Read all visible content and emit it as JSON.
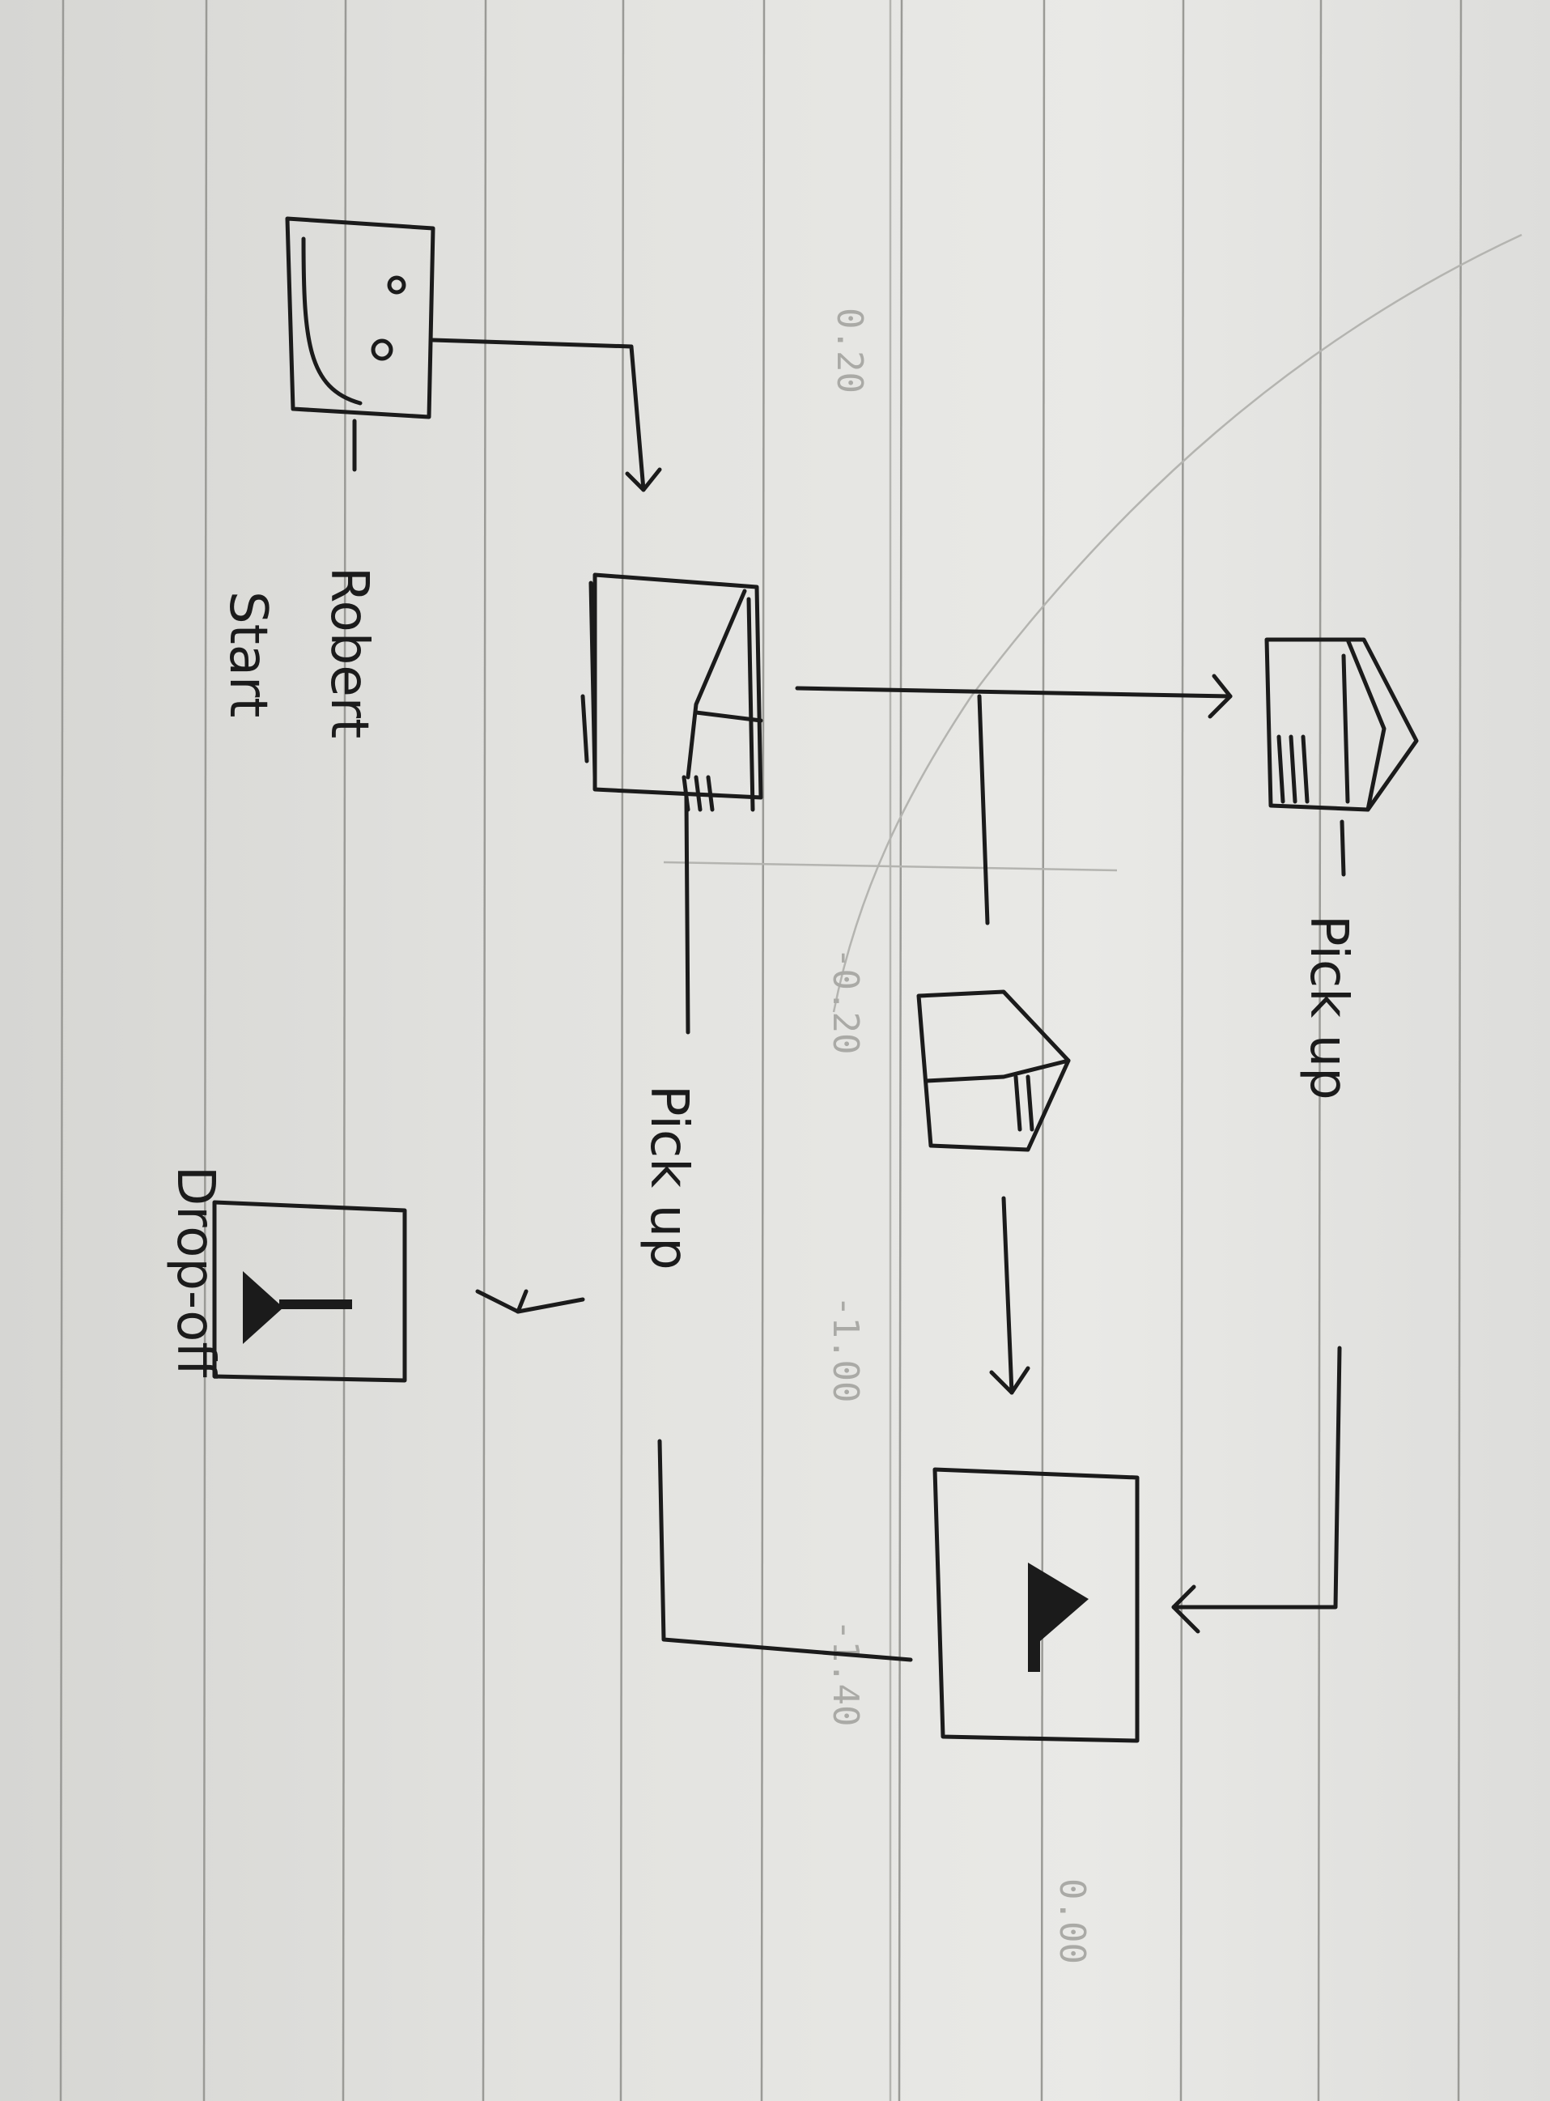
{
  "labels": {
    "robot": "Robert",
    "start": "Start",
    "pickup_top": "Pick up",
    "pickup_mid": "Pick up",
    "dropoff": "Drop-off"
  },
  "background_ghost_text": [
    "0.20",
    "-0.20",
    "-1.00",
    "0.00",
    "-1.40"
  ],
  "colors": {
    "ink": "#1b1b1b",
    "paper": "#e4e4e1",
    "rule_line": "#9a9a96"
  }
}
